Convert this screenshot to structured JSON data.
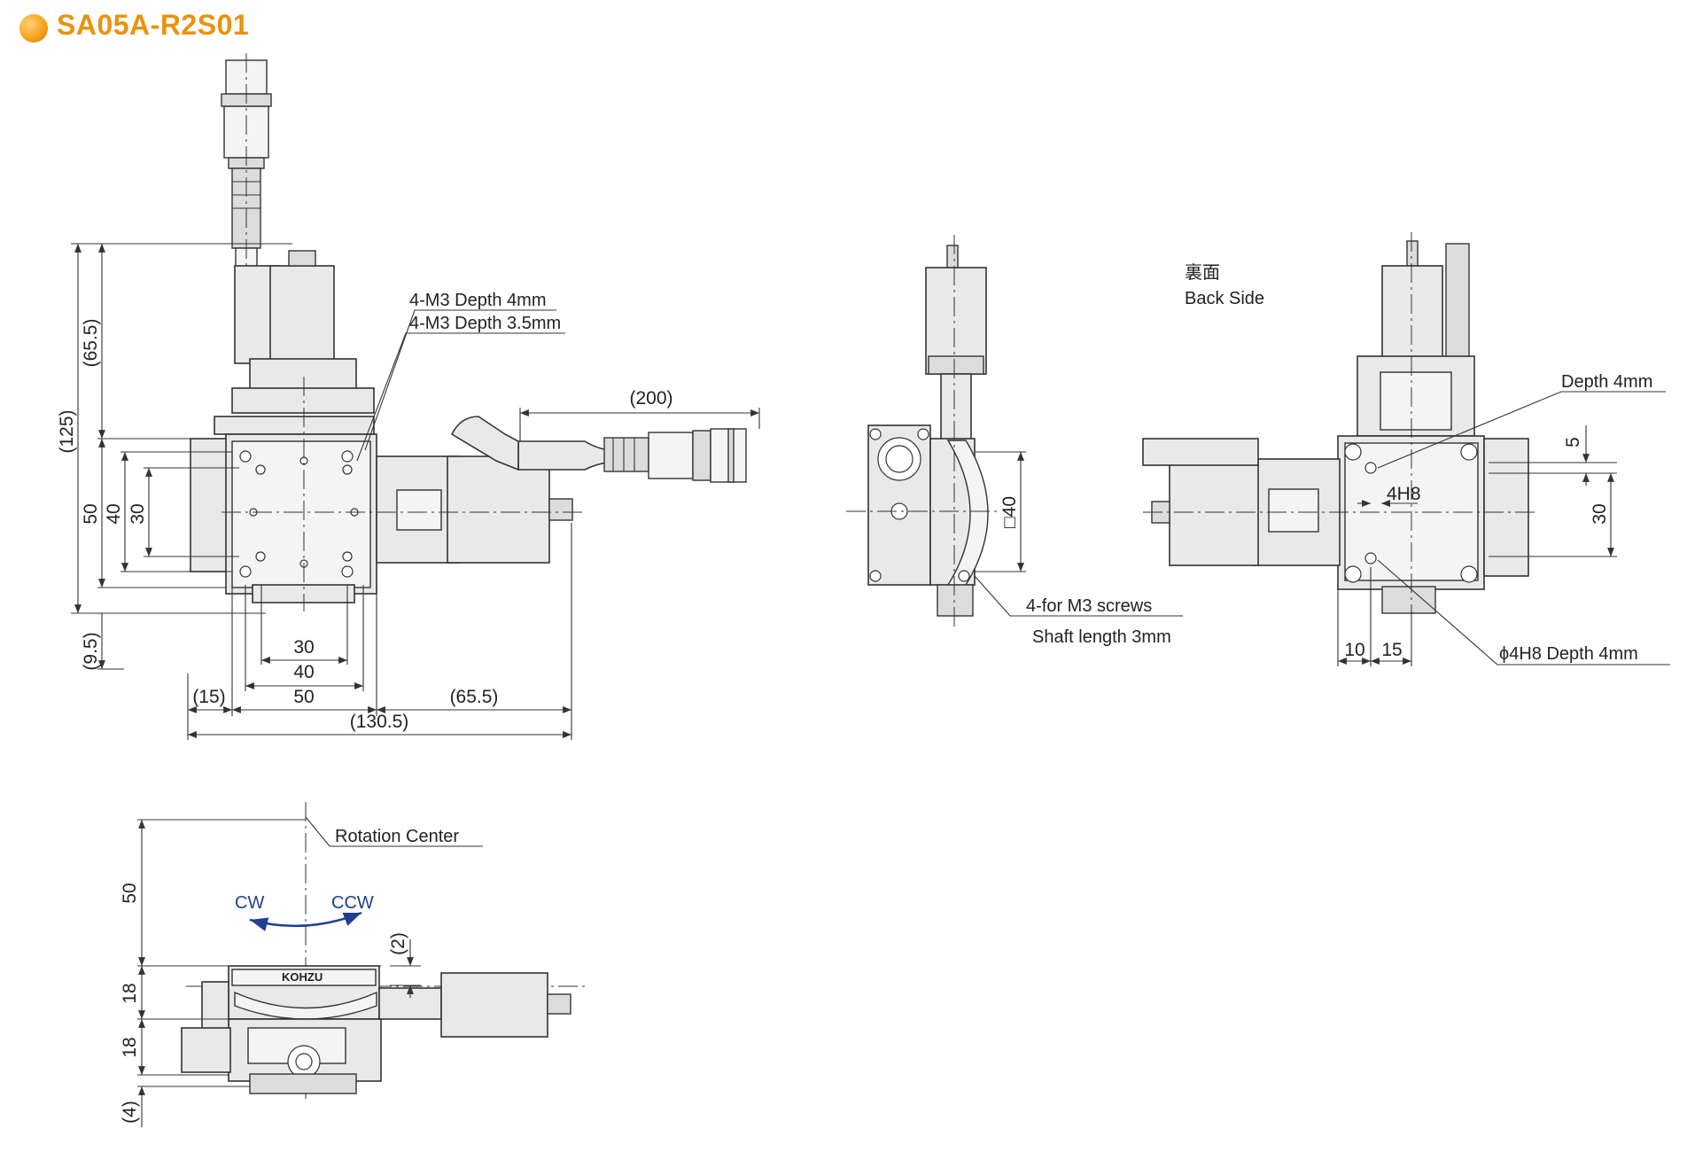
{
  "header": {
    "title": "SA05A-R2S01"
  },
  "top_view": {
    "dims": {
      "d125": "(125)",
      "d65_5": "(65.5)",
      "d50": "50",
      "d40": "40",
      "d30": "30",
      "d9_5": "(9.5)",
      "b30": "30",
      "b40": "40",
      "b50": "50",
      "b15": "(15)",
      "b65_5": "(65.5)",
      "b130_5": "(130.5)",
      "d200": "(200)"
    },
    "notes": {
      "m3_4": "4-M3 Depth 4mm",
      "m3_35": "4-M3 Depth 3.5mm"
    }
  },
  "side_view": {
    "dims": {
      "sq40": "□40"
    },
    "notes": {
      "screws": "4-for M3 screws",
      "shaft": "Shaft length 3mm"
    }
  },
  "back_view": {
    "labels": {
      "jp": "裏面",
      "en": "Back Side"
    },
    "dims": {
      "d5": "5",
      "d30": "30",
      "d10": "10",
      "d15": "15",
      "h4h8": "4H8"
    },
    "notes": {
      "depth": "Depth 4mm",
      "phi": "ϕ4H8 Depth 4mm"
    }
  },
  "front_view": {
    "dims": {
      "d50": "50",
      "d18a": "18",
      "d18b": "18",
      "d4": "(4)",
      "d2": "(2)"
    },
    "labels": {
      "rotation": "Rotation Center",
      "cw": "CW",
      "ccw": "CCW",
      "brand": "KOHZU"
    },
    "colors": {
      "arrow": "#1f3f8f"
    }
  }
}
